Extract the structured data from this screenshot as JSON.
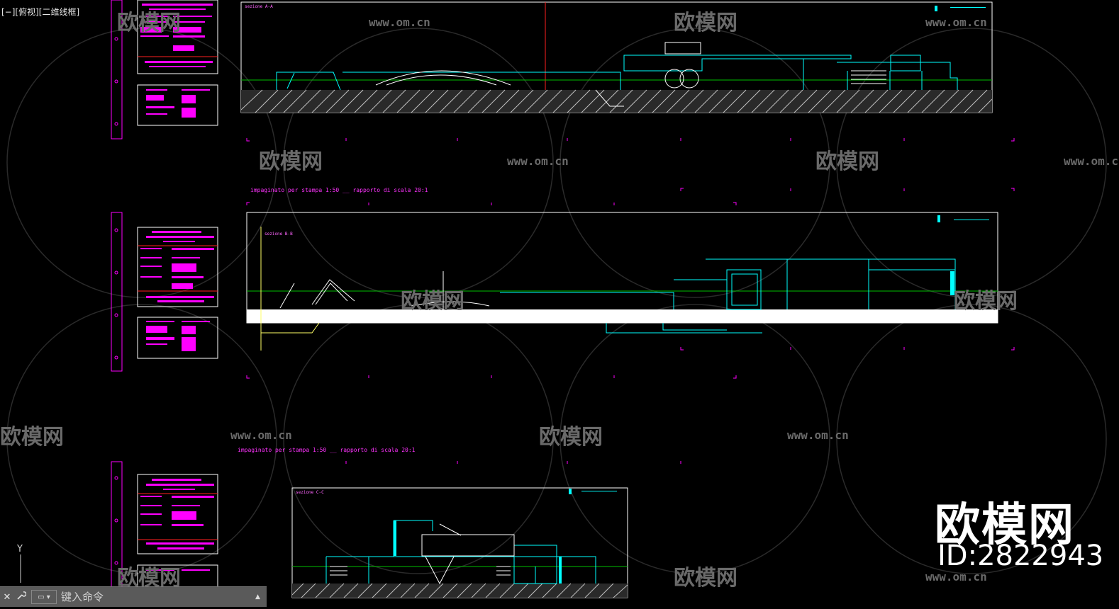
{
  "viewport": {
    "label": "[−][俯视][二维线框]"
  },
  "sections": [
    {
      "label": "sezione A-A",
      "note": ""
    },
    {
      "label": "sezione B-B",
      "note": "impaginato per stampa 1:50 __ rapporto di scala 20:1"
    },
    {
      "label": "sezione C-C",
      "note": "impaginato per stampa 1:50 __ rapporto di scala 20:1"
    }
  ],
  "watermark": {
    "brand": "欧模网",
    "site": "www.om.cn",
    "id_text": "ID:2822943"
  },
  "command_line": {
    "close_label": "✕",
    "wrench_label": "🔧",
    "prompt_icon": "command-prompt-icon",
    "placeholder": "键入命令"
  },
  "ucs": {
    "y_label": "Y"
  },
  "colors": {
    "cyan": "#00ffff",
    "magenta": "#ff00ff",
    "green": "#00c000",
    "white": "#ffffff",
    "yellow": "#ffff66",
    "red": "#ff2020"
  }
}
